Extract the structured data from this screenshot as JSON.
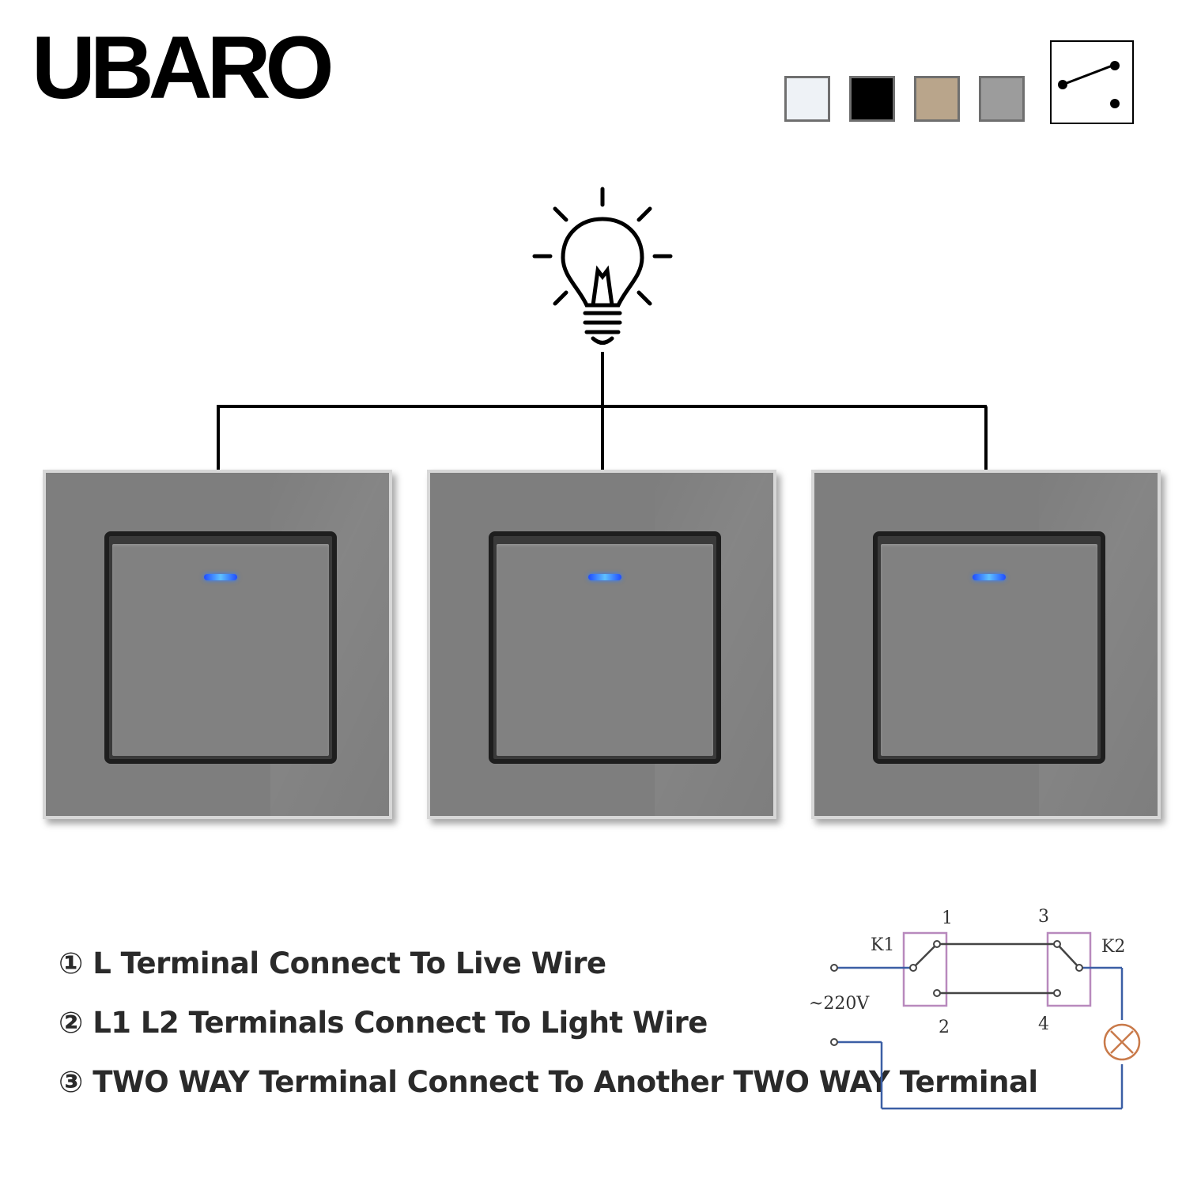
{
  "brand": "UBARO",
  "color_options": [
    {
      "name": "white",
      "color": "#eef2f6"
    },
    {
      "name": "black",
      "color": "#000000"
    },
    {
      "name": "gold",
      "color": "#b9a58b"
    },
    {
      "name": "grey",
      "color": "#9c9c9c"
    }
  ],
  "symbol_icon": "two-way-switch-icon",
  "top_icon": "light-bulb-icon",
  "switch_count": 3,
  "instructions": [
    "① L Terminal Connect To Live Wire",
    "② L1 L2 Terminals Connect To Light Wire",
    "③ TWO WAY Terminal Connect To Another TWO WAY Terminal"
  ],
  "circuit": {
    "k1": "K1",
    "k2": "K2",
    "t1": "1",
    "t2": "2",
    "t3": "3",
    "t4": "4",
    "voltage": "~220V"
  }
}
